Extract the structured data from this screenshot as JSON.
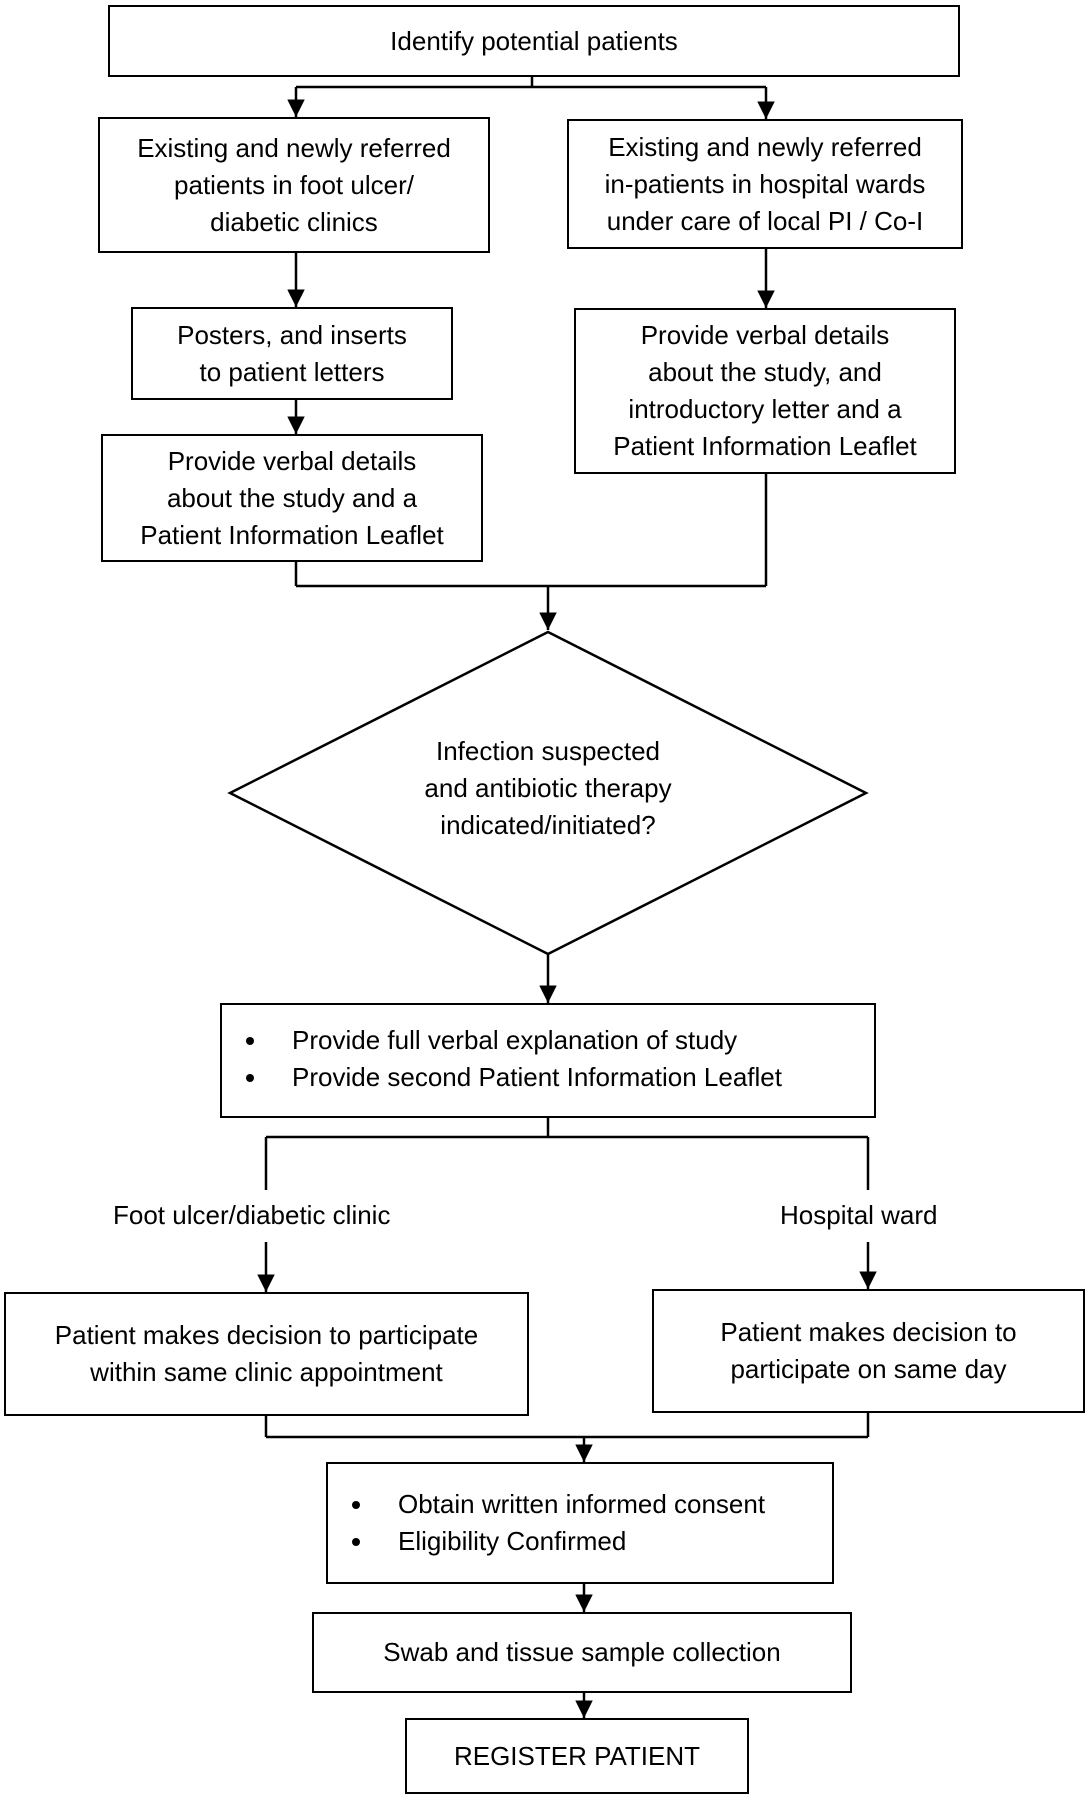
{
  "nodes": {
    "identify": "Identify potential patients",
    "clinic_patients": [
      "Existing and newly referred",
      "patients in foot ulcer/",
      "diabetic clinics"
    ],
    "ward_patients": [
      "Existing and newly referred",
      "in-patients in hospital wards",
      "under care of local PI / Co-I"
    ],
    "posters": [
      "Posters, and inserts",
      "to patient letters"
    ],
    "clinic_verbal": [
      "Provide verbal details",
      "about the study and a",
      "Patient Information Leaflet"
    ],
    "ward_verbal": [
      "Provide verbal details",
      "about the study, and",
      "introductory letter and a",
      "Patient Information Leaflet"
    ],
    "decision": [
      "Infection suspected",
      "and antibiotic therapy",
      "indicated/initiated?"
    ],
    "explanation": [
      "Provide full verbal explanation of study",
      "Provide second Patient Information Leaflet"
    ],
    "clinic_decision": [
      "Patient makes decision to participate",
      "within same clinic appointment"
    ],
    "ward_decision": [
      "Patient makes decision to",
      "participate on same day"
    ],
    "consent": [
      "Obtain written informed consent",
      "Eligibility Confirmed"
    ],
    "sample": "Swab and tissue sample collection",
    "register": "REGISTER PATIENT"
  },
  "branch_labels": {
    "clinic": "Foot ulcer/diabetic clinic",
    "ward": "Hospital ward"
  }
}
